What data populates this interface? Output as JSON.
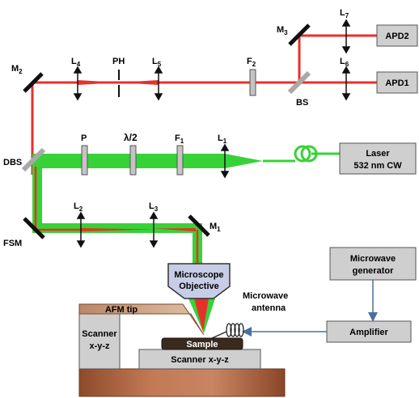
{
  "labels": {
    "M2": "M",
    "M2_sub": "2",
    "M3": "M",
    "M3_sub": "3",
    "M1": "M",
    "M1_sub": "1",
    "L1": "L",
    "L1_sub": "1",
    "L2": "L",
    "L2_sub": "2",
    "L3": "L",
    "L3_sub": "3",
    "L4": "L",
    "L4_sub": "4",
    "L5": "L",
    "L5_sub": "5",
    "L6": "L",
    "L6_sub": "6",
    "L7": "L",
    "L7_sub": "7",
    "F1": "F",
    "F1_sub": "1",
    "F2": "F",
    "F2_sub": "2",
    "PH": "PH",
    "P": "P",
    "half_wave": "λ/2",
    "DBS": "DBS",
    "BS": "BS",
    "FSM": "FSM"
  },
  "boxes": {
    "apd2": "APD2",
    "apd1": "APD1",
    "laser_line1": "Laser",
    "laser_line2": "532 nm CW",
    "microwave_gen_line1": "Microwave",
    "microwave_gen_line2": "generator",
    "amplifier": "Amplifier",
    "objective_line1": "Microscope",
    "objective_line2": "Objective",
    "afm_tip": "AFM tip",
    "scanner_left_line1": "Scanner",
    "scanner_left_line2": "x-y-z",
    "sample": "Sample",
    "scanner_bottom": "Scanner x-y-z",
    "antenna_line1": "Microwave",
    "antenna_line2": "antenna"
  },
  "colors": {
    "red_beam": "#e8302a",
    "green_beam": "#37d237",
    "mirror": "#111111",
    "beamsplitter": "#a8a8a8",
    "box_fill": "#cfcfcf",
    "objective_fill": "#c7cde6",
    "base_brown": "#b56a48",
    "afm_tip_fill": "#c99a7a",
    "wire_blue": "#4a6f9e"
  }
}
